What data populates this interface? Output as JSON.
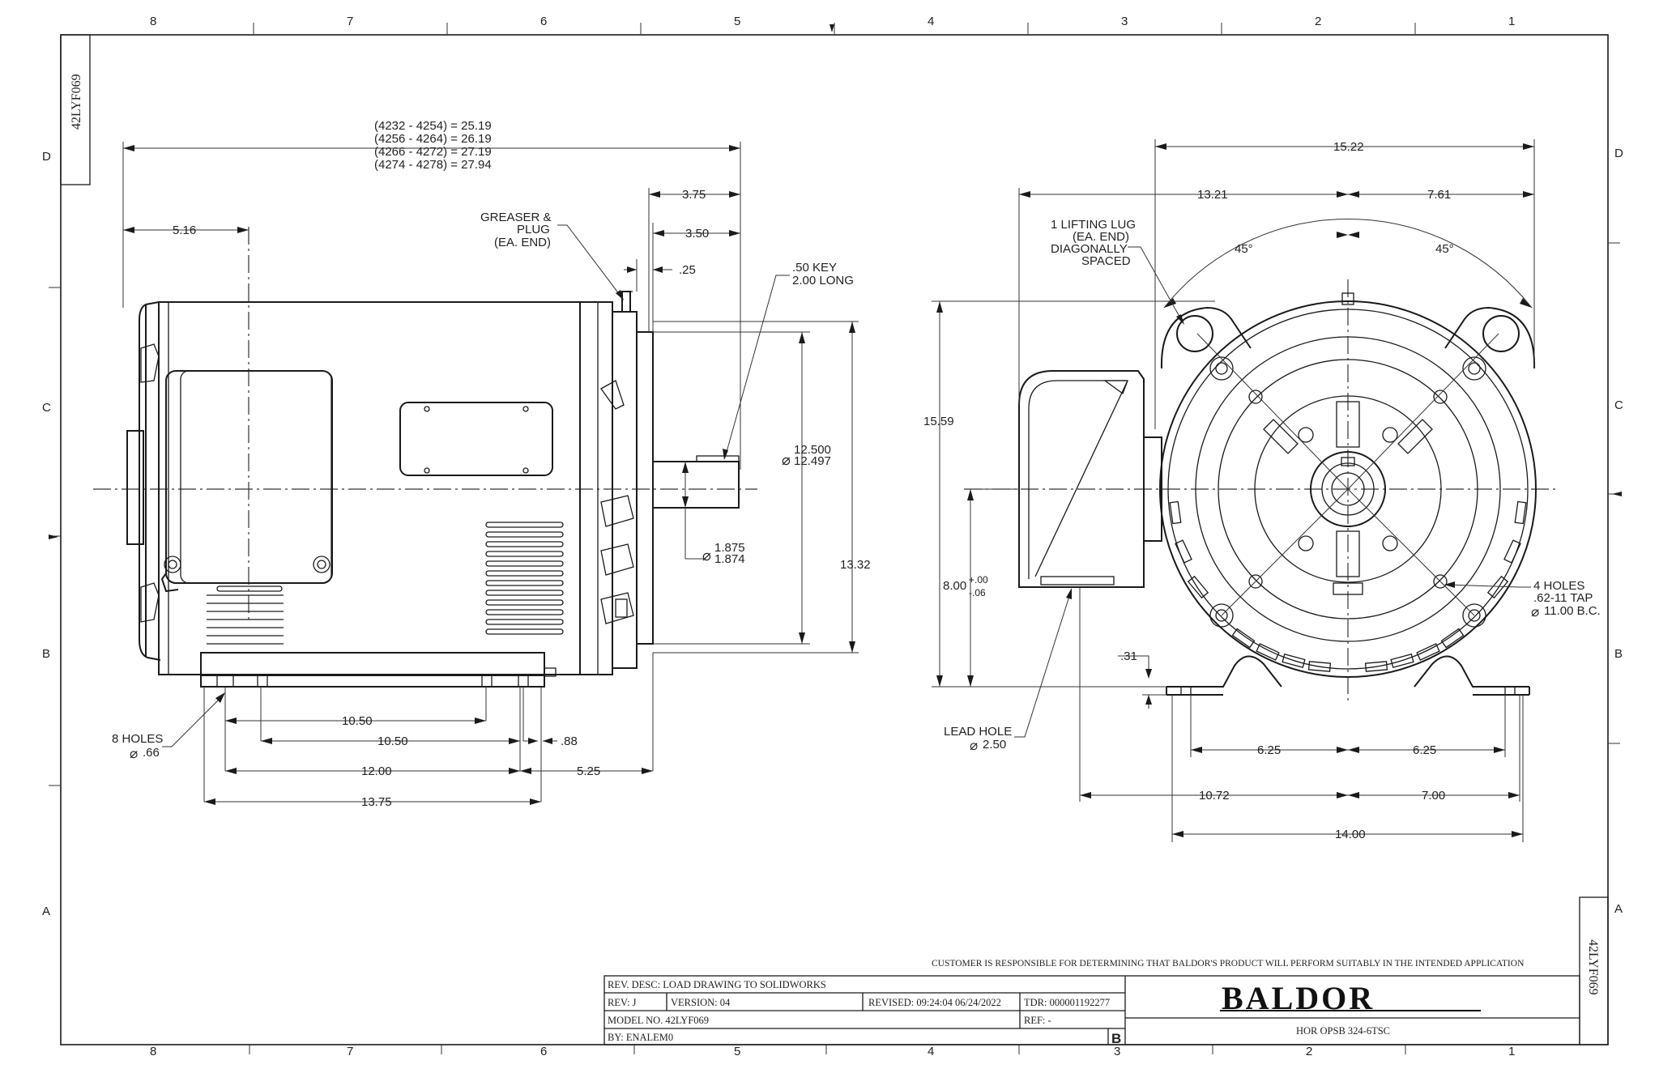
{
  "zones": {
    "columns_top": [
      "8",
      "7",
      "6",
      "5",
      "4",
      "3",
      "2",
      "1"
    ],
    "columns_bottom": [
      "8",
      "7",
      "6",
      "5",
      "4",
      "3",
      "2",
      "1"
    ],
    "rows": [
      "D",
      "C",
      "B",
      "A"
    ]
  },
  "drawing_id": "42LYF069",
  "dims": {
    "overall_1": "(4232 - 4254) = 25.19",
    "overall_2": "(4256 - 4264) = 26.19",
    "overall_3": "(4266 - 4272) = 27.19",
    "overall_4": "(4274 - 4278) = 27.94",
    "d_5_16": "5.16",
    "d_3_75": "3.75",
    "d_3_50": "3.50",
    "d_25": ".25",
    "d_15_22": "15.22",
    "d_13_21": "13.21",
    "d_7_61": "7.61",
    "d_45a": "45°",
    "d_45b": "45°",
    "d_15_59": "15.59",
    "d_13_32": "13.32",
    "d_flange_1": "12.500",
    "d_flange_2": "12.497",
    "d_shaft_1": "1.875",
    "d_shaft_2": "1.874",
    "d_8_00": "8.00",
    "d_8_tol_up": "+.00",
    "d_8_tol_dn": "-.06",
    "d_31": ".31",
    "d_10_50a": "10.50",
    "d_10_50b": "10.50",
    "d_88": ".88",
    "d_12_00": "12.00",
    "d_5_25": "5.25",
    "d_13_75": "13.75",
    "d_6_25a": "6.25",
    "d_6_25b": "6.25",
    "d_10_72": "10.72",
    "d_7_00": "7.00",
    "d_14_00": "14.00"
  },
  "notes": {
    "greaser_1": "GREASER &",
    "greaser_2": "PLUG",
    "greaser_3": "(EA. END)",
    "key_1": ".50 KEY",
    "key_2": "2.00 LONG",
    "lug_1": "1 LIFTING LUG",
    "lug_2": "(EA. END)",
    "lug_3": "DIAGONALLY",
    "lug_4": "SPACED",
    "holes8_1": "8 HOLES",
    "holes8_2": ".66",
    "lead_1": "LEAD HOLE",
    "lead_2": "2.50",
    "holes4_1": "4 HOLES",
    "holes4_2": ".62-11 TAP",
    "holes4_3": "11.00 B.C."
  },
  "title_block": {
    "disclaimer": "CUSTOMER IS RESPONSIBLE FOR DETERMINING THAT BALDOR'S PRODUCT WILL PERFORM SUITABLY IN THE INTENDED APPLICATION",
    "rev_desc": "REV. DESC: LOAD DRAWING TO SOLIDWORKS",
    "rev": "REV:  J",
    "version": "VERSION:  04",
    "revised": "REVISED:  09:24:04 06/24/2022",
    "tdr": "TDR:  000001192277",
    "model": "MODEL NO.  42LYF069",
    "ref": "REF:  -",
    "by": "BY: ENALEM0",
    "size": "B",
    "brand": "BALDOR",
    "desc": "HOR OPSB 324-6TSC"
  },
  "colors": {
    "ink": "#1a1a1a",
    "paper": "#ffffff"
  }
}
